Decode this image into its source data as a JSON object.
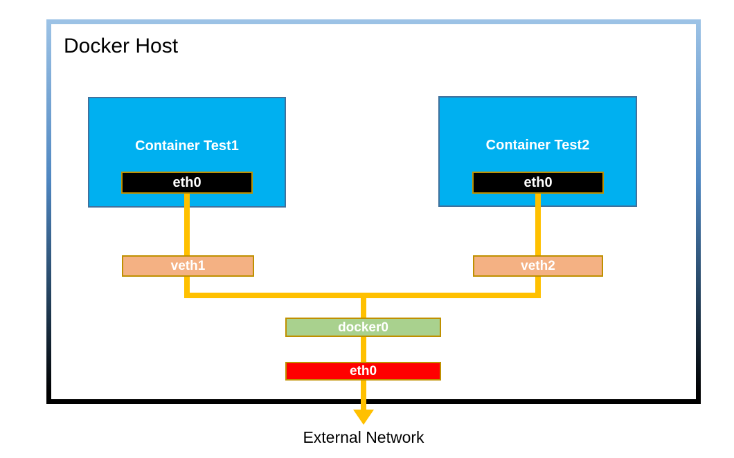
{
  "diagram": {
    "host_label": "Docker Host",
    "containers": [
      {
        "name": "Container Test1",
        "interface": "eth0"
      },
      {
        "name": "Container Test2",
        "interface": "eth0"
      }
    ],
    "veth_interfaces": [
      {
        "label": "veth1"
      },
      {
        "label": "veth2"
      }
    ],
    "bridge_label": "docker0",
    "host_interface_label": "eth0",
    "external_label": "External Network"
  },
  "colors": {
    "container-fill": "#00b0f0",
    "container-border": "#41719c",
    "iface-border": "#bf9000",
    "veth-fill": "#f4b183",
    "bridge-fill": "#a9d18e",
    "host-iface-fill": "#ff0000",
    "line": "#ffc000",
    "frame-top": "#9dc3e6",
    "frame-bottom": "#000000"
  }
}
